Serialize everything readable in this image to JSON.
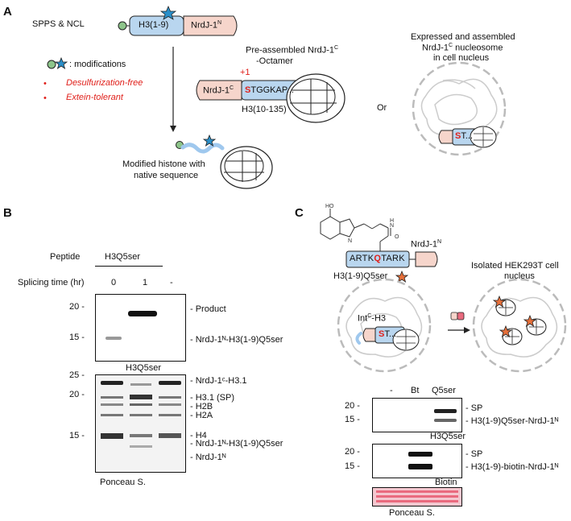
{
  "panels": {
    "a": "A",
    "b": "B",
    "c": "C"
  },
  "panel_a": {
    "synthesis": "SPPS & NCL",
    "peptide": "H3(1-9)",
    "nrdj_n": "NrdJ-1",
    "sup_n": "N",
    "modifications": ": modifications",
    "bullet1": "Desulfurization-free",
    "bullet2": "Extein-tolerant",
    "bullet_mark": "•",
    "octamer_title_1": "Pre-assembled NrdJ-1",
    "octamer_title_sup": "C",
    "octamer_title_2": "-Octamer",
    "plus1": "+1",
    "nrdj_c": "NrdJ-1",
    "sup_c": "C",
    "s_letter": "S",
    "seq_rest": "TGGKAP...",
    "h3_range": "H3(10-135)",
    "or": "Or",
    "nucleus_title_1": "Expressed and assembled",
    "nucleus_title_2a": "NrdJ-1",
    "nucleus_title_sup": "C",
    "nucleus_title_2b": " nucleosome",
    "nucleus_title_3": "in cell nucleus",
    "nucleus_s": "S",
    "nucleus_t": "T...",
    "product_1": "Modified histone with",
    "product_2": "native sequence"
  },
  "panel_b": {
    "peptide_label": "Peptide",
    "peptide_value": "H3Q5ser",
    "splicing_label": "Splicing time (hr)",
    "lanes": [
      "0",
      "1",
      "-"
    ],
    "blot1": {
      "markers": [
        "20 -",
        "15 -"
      ],
      "bands": [
        "- Product",
        "- NrdJ-1ᴺ-H3(1-9)Q5ser"
      ],
      "caption": "H3Q5ser"
    },
    "blot2": {
      "markers": [
        "25 -",
        "20 -",
        "15 -"
      ],
      "bands": [
        "- NrdJ-1ᶜ-H3.1",
        "- H3.1 (SP)",
        "- H2B",
        "- H2A",
        "- H4",
        "- NrdJ-1ᴺ-H3(1-9)Q5ser",
        "- NrdJ-1ᴺ"
      ],
      "caption": "Ponceau S."
    }
  },
  "panel_c": {
    "nrdj_n": "NrdJ-1",
    "sup_n": "N",
    "seq_a": "ARTK",
    "seq_q": "Q",
    "seq_b": "TARK",
    "peptide_name": "H3(1-9)Q5ser",
    "int_label": "Int",
    "int_sup": "C",
    "int_rest": "-H3",
    "s_letter": "S",
    "t_rest": "T...",
    "isolated_1": "Isolated HEK293T cell",
    "isolated_2": "nucleus",
    "lanes": [
      "-",
      "Bt",
      "Q5ser"
    ],
    "blot1": {
      "markers": [
        "20 -",
        "15 -"
      ],
      "bands": [
        "- SP",
        "- H3(1-9)Q5ser-NrdJ-1ᴺ"
      ],
      "caption": "H3Q5ser"
    },
    "blot2": {
      "markers": [
        "20 -",
        "15 -"
      ],
      "bands": [
        "- SP",
        "- H3(1-9)-biotin-NrdJ-1ᴺ"
      ],
      "caption": "Biotin"
    },
    "blot3": {
      "caption": "Ponceau S."
    }
  },
  "colors": {
    "blue_fill": "#b9d6ef",
    "pink_fill": "#f6d5cb",
    "red": "#e0201b",
    "star": "#2a8fc9",
    "orange_star": "#e8703a",
    "green": "#8dc48a",
    "wavy": "#9fc8ee",
    "ponceau": "#e96a7e"
  }
}
